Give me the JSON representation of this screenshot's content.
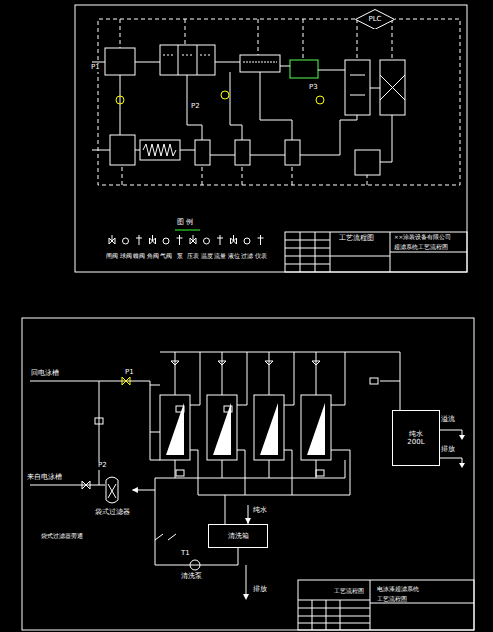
{
  "diagram": {
    "nodes": [
      {
        "text": [
          "PLC"
        ]
      },
      {
        "text": [
          "袋式过滤器"
        ]
      },
      {
        "text": [
          "纯水",
          "200L"
        ]
      },
      {
        "text": [
          "清洗箱"
        ]
      }
    ],
    "edges": [
      {
        "from": 3,
        "to": 1,
        "arrow": "to"
      }
    ],
    "labels": [
      "P1",
      "P2",
      "P3",
      "图 例",
      "工艺流程图",
      "××涂装设备有限公司",
      "超滤系统工艺流程图",
      "回电泳槽",
      "P1",
      "来自电泳槽",
      "P2",
      "袋式过滤器旁通",
      "纯水",
      "清洗泵",
      "T1",
      "排放",
      "溢流",
      "排放",
      "工艺流程图",
      "电泳漆超滤系统",
      "工艺流程图"
    ],
    "legend": [
      {
        "text": "闸阀"
      },
      {
        "text": "球阀"
      },
      {
        "text": "蝶阀"
      },
      {
        "text": "角阀"
      },
      {
        "text": "气阀"
      },
      {
        "text": "泵"
      },
      {
        "text": "压表"
      },
      {
        "text": "温度"
      },
      {
        "text": "流量"
      },
      {
        "text": "液位"
      },
      {
        "text": "过滤"
      },
      {
        "text": "仪表"
      }
    ]
  }
}
